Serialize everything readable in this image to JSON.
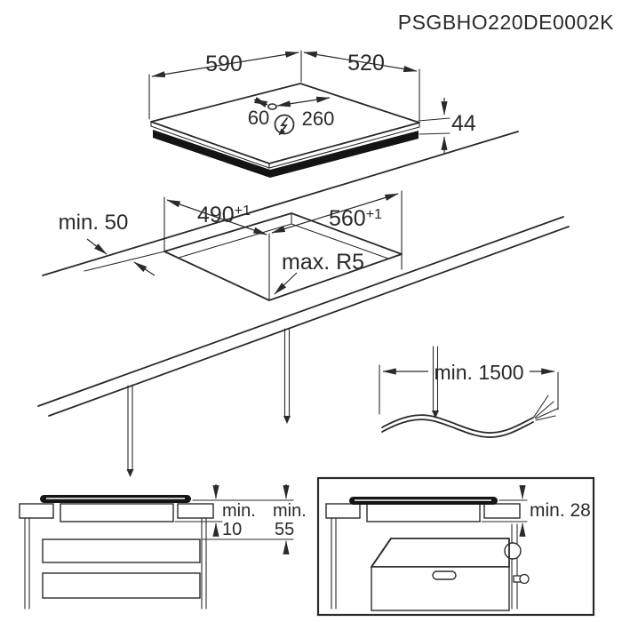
{
  "title": "PSGBHO220DE0002K",
  "colors": {
    "line": "#2a2a2a",
    "text": "#2a2a2a",
    "glass_fill": "#141414"
  },
  "cooktop_view": {
    "width_mm": "590",
    "depth_mm": "520",
    "thickness_mm": "44",
    "cable_offset_left": "60",
    "cable_offset_right": "260",
    "power_symbol": "lightning-bolt-icon"
  },
  "cutout_view": {
    "cutout_depth": "490",
    "cutout_depth_tolerance": "+1",
    "cutout_width": "560",
    "cutout_width_tolerance": "+1",
    "corner_radius": "max. R5",
    "rear_edge_clearance": "min. 50"
  },
  "cable_view": {
    "cable_length": "min. 1500"
  },
  "drawer_section": {
    "clearance_a_prefix": "min.",
    "clearance_a_value": "10",
    "clearance_b_prefix": "min.",
    "clearance_b_value": "55"
  },
  "oven_section": {
    "clearance": "min. 28"
  }
}
